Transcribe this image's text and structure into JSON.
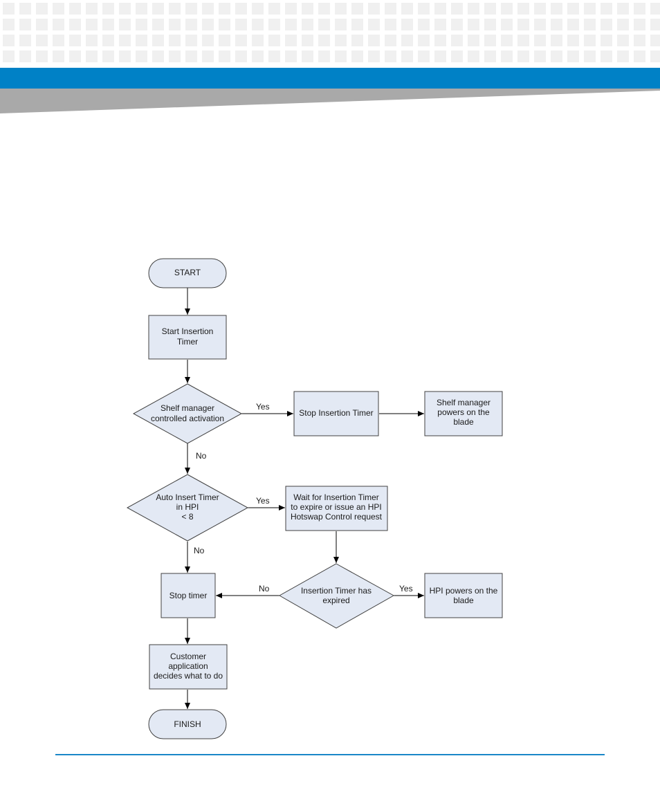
{
  "colors": {
    "brand_blue": "#0081c6",
    "header_tile": "#f0f0f0",
    "wedge_grey": "#a9a9a9",
    "node_fill": "#e3e9f4",
    "node_stroke": "#404040",
    "footer_rule": "#1a86c8"
  },
  "flow": {
    "start": "START",
    "start_timer": [
      "Start Insertion",
      "Timer"
    ],
    "shelf_decision": [
      "Shelf manager",
      "controlled activation"
    ],
    "stop_insertion": [
      "Stop Insertion Timer"
    ],
    "shelf_powers": [
      "Shelf manager",
      "powers on the",
      "blade"
    ],
    "auto_decision": [
      "Auto Insert Timer",
      "in HPI",
      "< 8"
    ],
    "wait_box": [
      "Wait for Insertion Timer",
      "to expire or issue an HPI",
      "Hotswap Control request"
    ],
    "expired_decision": [
      "Insertion Timer has",
      "expired"
    ],
    "hpi_powers": [
      "HPI powers on the",
      "blade"
    ],
    "stop_timer": [
      "Stop timer"
    ],
    "customer_app": [
      "Customer",
      "application",
      "decides what to do"
    ],
    "finish": "FINISH",
    "label_yes": "Yes",
    "label_no": "No"
  }
}
